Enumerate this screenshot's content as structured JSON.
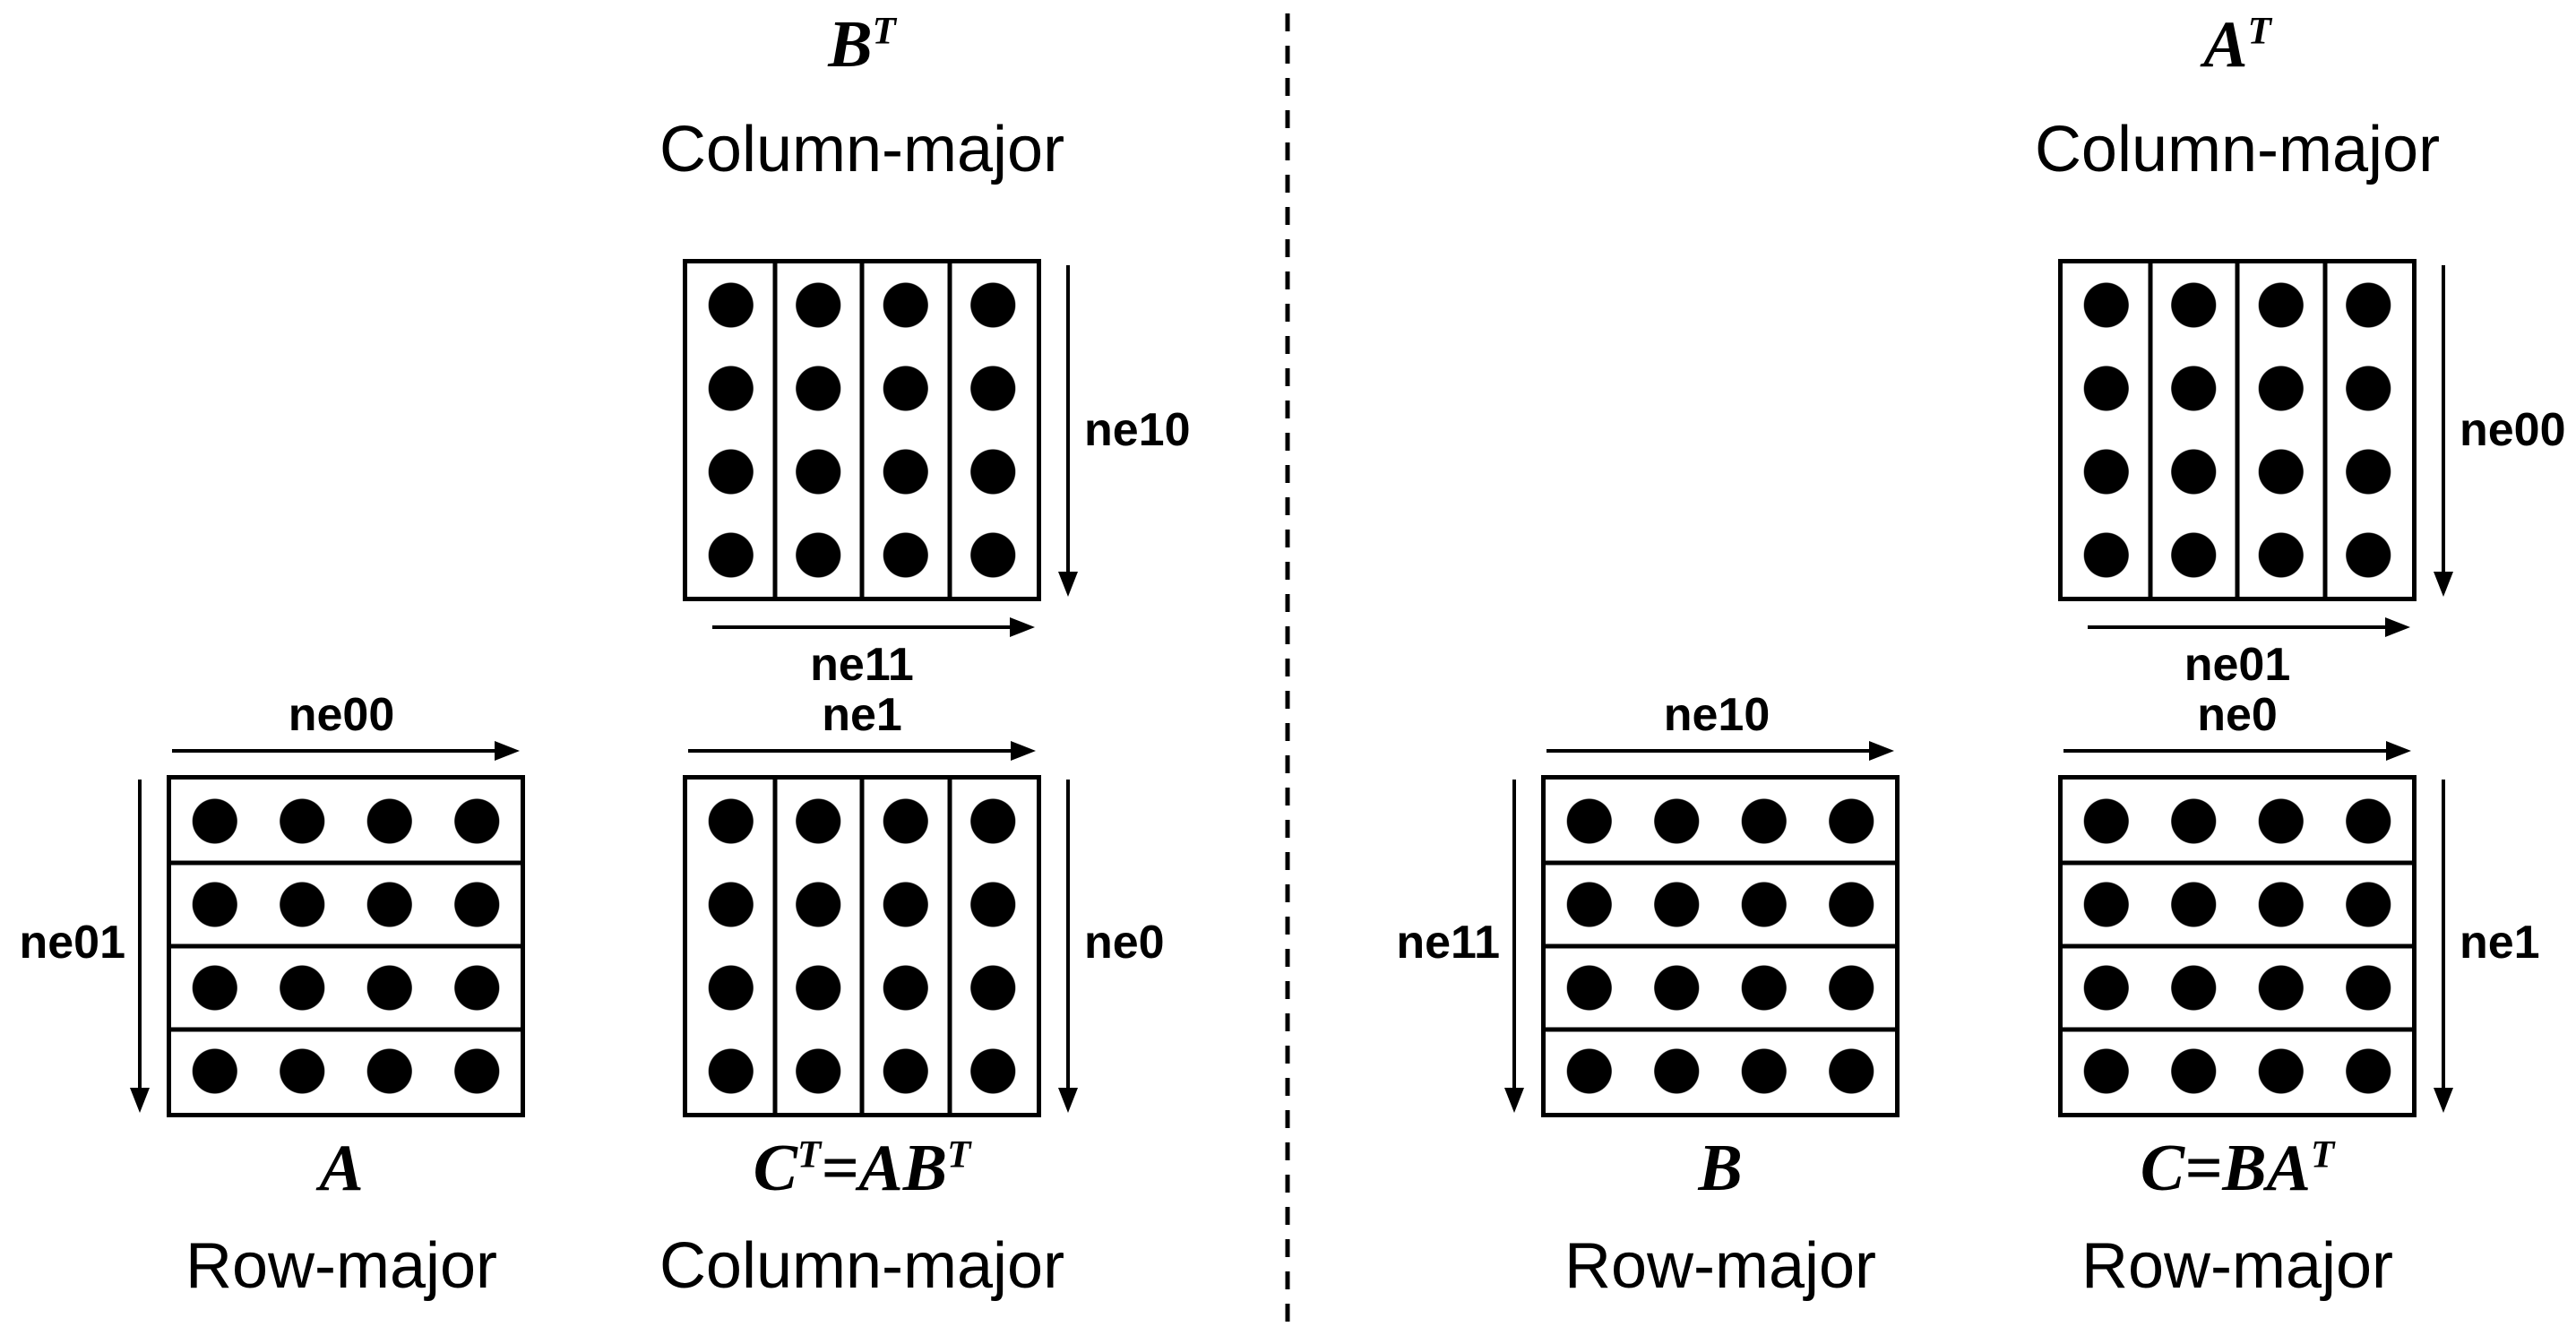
{
  "colors": {
    "ink": "#000000",
    "background": "#ffffff"
  },
  "left_panel": {
    "bt": {
      "name_p1": "B",
      "name_s1": "T",
      "name_p2": "",
      "name_s2": "",
      "layout": "Column-major",
      "axis_right": "ne10",
      "axis_bottom": "ne11"
    },
    "a": {
      "name_p1": "A",
      "name_s1": "",
      "name_p2": "",
      "name_s2": "",
      "layout": "Row-major",
      "axis_top": "ne00",
      "axis_left": "ne01"
    },
    "ct": {
      "name_p1": "C",
      "name_s1": "T",
      "name_p2": "=AB",
      "name_s2": "T",
      "layout": "Column-major",
      "axis_top": "ne1",
      "axis_right": "ne0"
    }
  },
  "right_panel": {
    "at": {
      "name_p1": "A",
      "name_s1": "T",
      "name_p2": "",
      "name_s2": "",
      "layout": "Column-major",
      "axis_right": "ne00",
      "axis_bottom": "ne01"
    },
    "b": {
      "name_p1": "B",
      "name_s1": "",
      "name_p2": "",
      "name_s2": "",
      "layout": "Row-major",
      "axis_top": "ne10",
      "axis_left": "ne11"
    },
    "c": {
      "name_p1": "C=BA",
      "name_s1": "T",
      "name_p2": "",
      "name_s2": "",
      "layout": "Row-major",
      "axis_top": "ne0",
      "axis_right": "ne1"
    }
  }
}
